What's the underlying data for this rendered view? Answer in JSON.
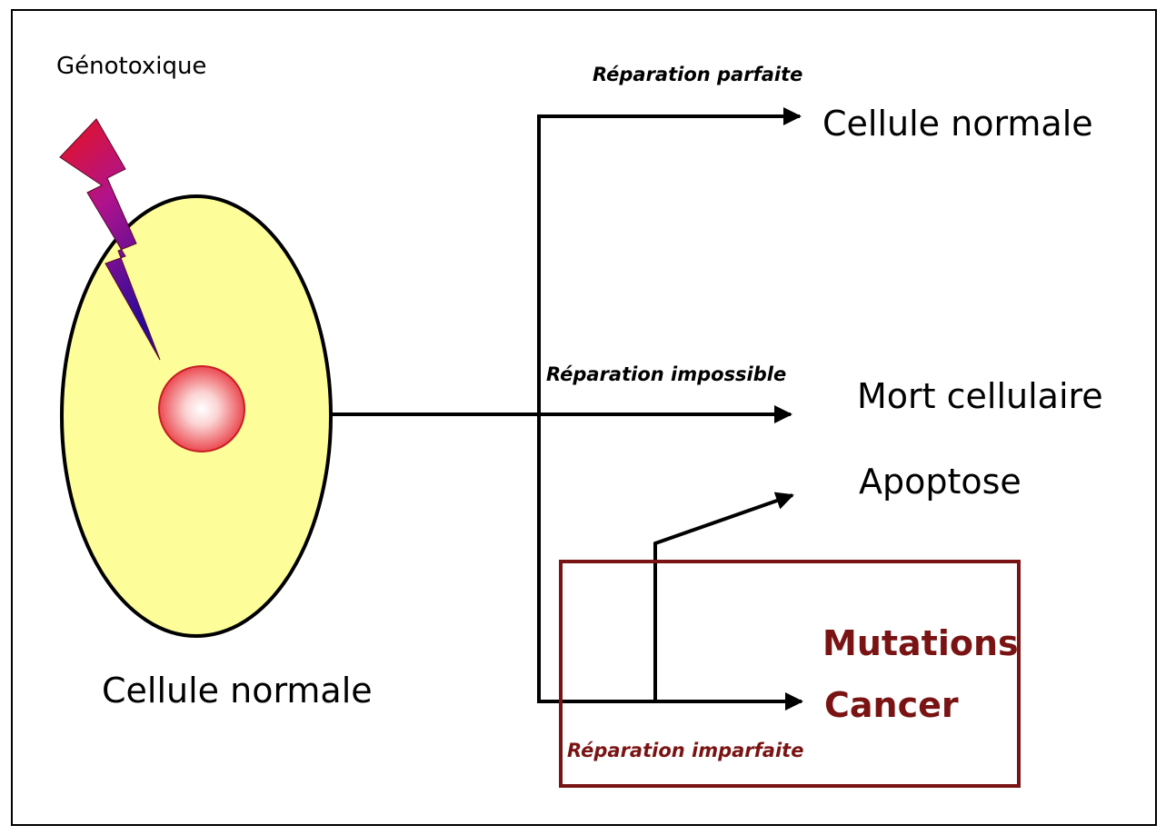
{
  "diagram": {
    "agent_label": "Génotoxique",
    "cell_label": "Cellule normale",
    "branches": {
      "top": {
        "edge_label": "Réparation parfaite",
        "outcome": "Cellule normale"
      },
      "middle": {
        "edge_label": "Réparation impossible",
        "outcome_line1": "Mort cellulaire",
        "outcome_line2": "Apoptose"
      },
      "bottom": {
        "edge_label": "Réparation imparfaite",
        "outcome_line1": "Mutations",
        "outcome_line2": "Cancer"
      }
    },
    "colors": {
      "cell_fill": "#fdfd9a",
      "nucleus": "#e8333b",
      "lightning_top": "#e8131b",
      "lightning_bottom": "#2a0a9a",
      "highlight": "#7a1414",
      "line": "#000000"
    },
    "icons": [
      "lightning-bolt-icon",
      "cell-shape",
      "nucleus-shape",
      "arrow-icon"
    ]
  }
}
